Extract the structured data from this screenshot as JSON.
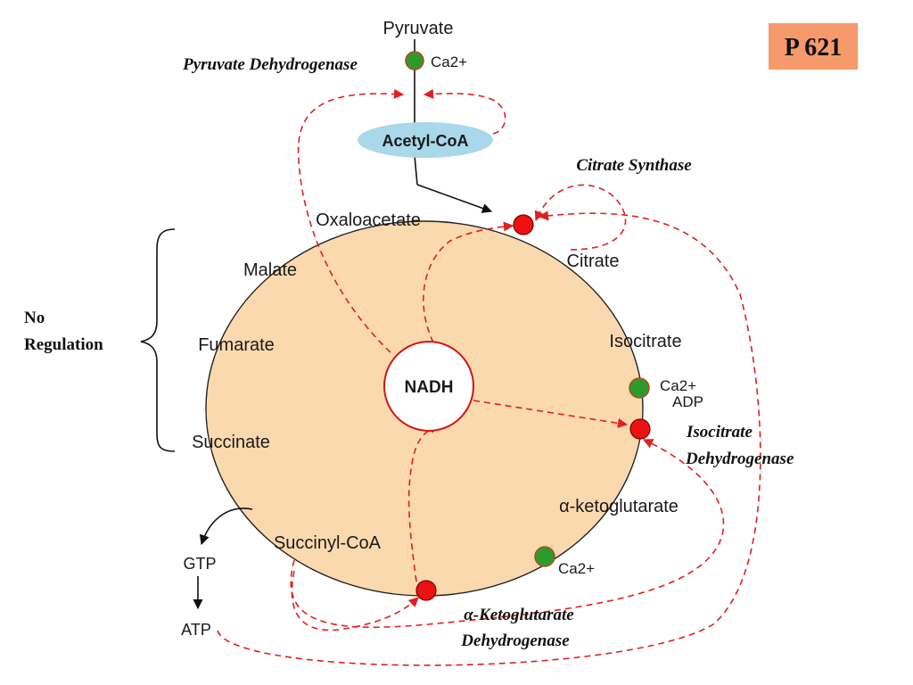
{
  "badge": {
    "label": "P 621",
    "color": "#f79a6b"
  },
  "colors": {
    "cycle_fill": "#fbd9ae",
    "acetyl_fill": "#a9d8ea",
    "inhibition": "#e02020",
    "enzyme_node": "#ee1111",
    "calcium_node": "#2e9a2e"
  },
  "metabolites": {
    "pyruvate": "Pyruvate",
    "acetyl_coa": "Acetyl-CoA",
    "oxaloacetate": "Oxaloacetate",
    "malate": "Malate",
    "fumarate": "Fumarate",
    "succinate": "Succinate",
    "succinyl_coa": "Succinyl-CoA",
    "citrate": "Citrate",
    "isocitrate": "Isocitrate",
    "alpha_kg": "α-ketoglutarate",
    "gtp": "GTP",
    "atp": "ATP",
    "nadh": "NADH"
  },
  "enzymes": {
    "pdh": "Pyruvate Dehydrogenase",
    "cs": "Citrate Synthase",
    "idh_line1": "Isocitrate",
    "idh_line2": "Dehydrogenase",
    "akgdh_line1": "α-Ketoglutarate",
    "akgdh_line2": "Dehydrogenase"
  },
  "activators": {
    "pdh_ca": "Ca2+",
    "idh_ca": "Ca2+",
    "idh_adp": "ADP",
    "akg_ca": "Ca2+"
  },
  "no_regulation": {
    "line1": "No",
    "line2": "Regulation"
  }
}
